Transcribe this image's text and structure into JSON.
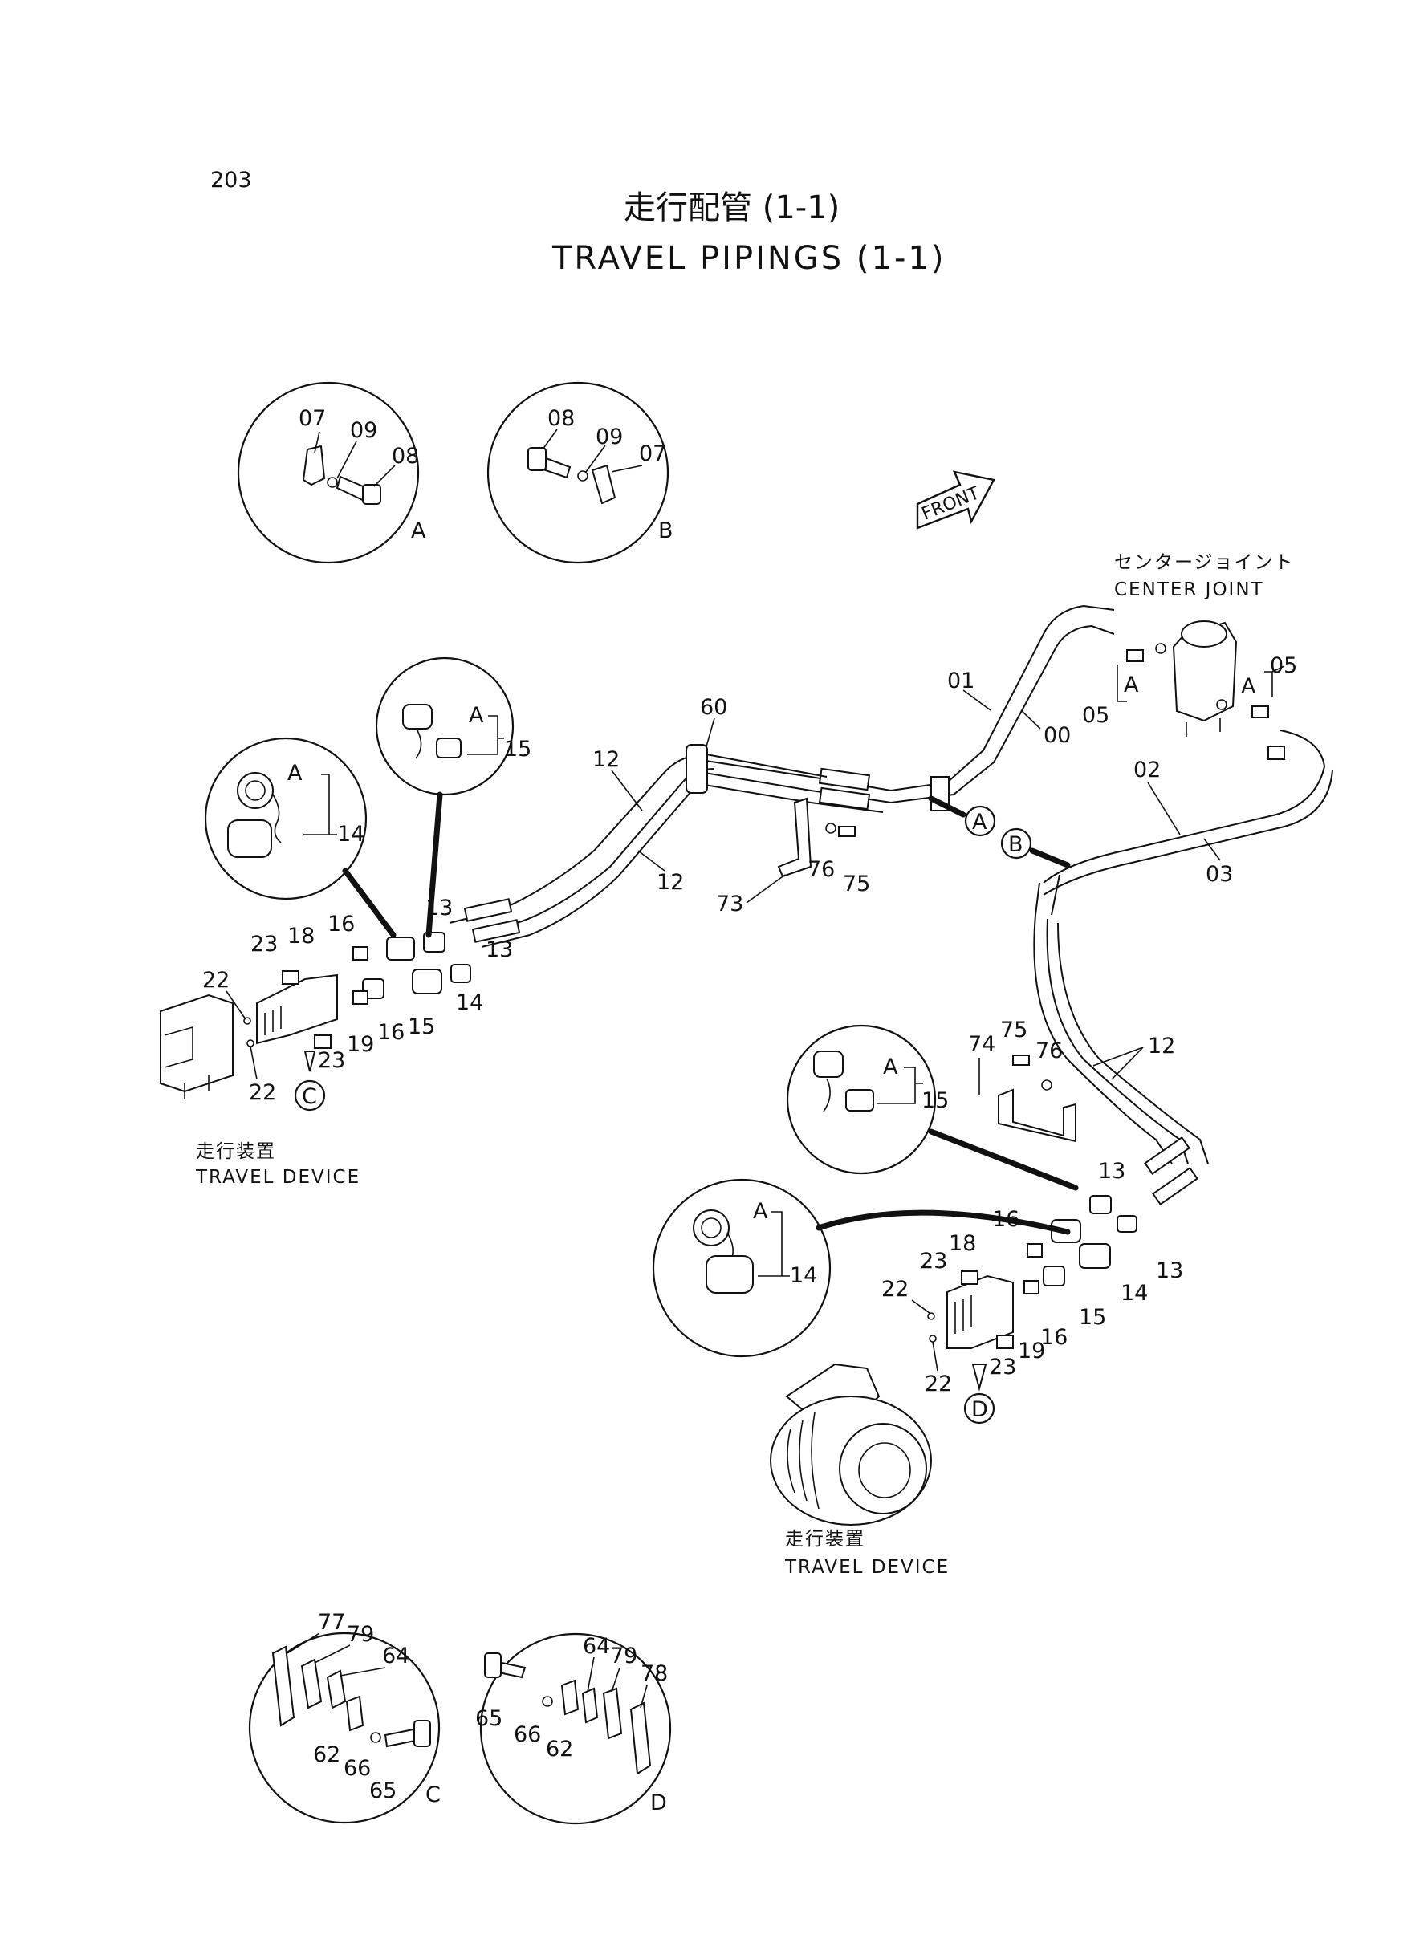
{
  "page_number": "203",
  "title_jp": "走行配管 (1-1)",
  "title_en": "TRAVEL PIPINGS (1-1)",
  "front_label": "FRONT",
  "center_joint": {
    "jp": "センタージョイント",
    "en": "CENTER JOINT"
  },
  "travel_device_left": {
    "jp": "走行装置",
    "en": "TRAVEL DEVICE"
  },
  "travel_device_right": {
    "jp": "走行装置",
    "en": "TRAVEL DEVICE"
  },
  "callout_letters": {
    "a": "A",
    "b": "B",
    "c": "C",
    "d": "D"
  },
  "detail_a": {
    "letter": "A",
    "labels": [
      "07",
      "09",
      "08"
    ]
  },
  "detail_b": {
    "letter": "B",
    "labels": [
      "08",
      "09",
      "07"
    ]
  },
  "detail_c": {
    "letter": "C",
    "labels": [
      "77",
      "79",
      "64",
      "62",
      "66",
      "65"
    ]
  },
  "detail_d": {
    "letter": "D",
    "labels": [
      "65",
      "66",
      "62",
      "64",
      "79",
      "78"
    ]
  },
  "plug_left_14": {
    "a": "A",
    "num": "14"
  },
  "plug_left_15": {
    "a": "A",
    "num": "15"
  },
  "plug_right_15": {
    "a": "A",
    "num": "15"
  },
  "plug_right_14": {
    "a": "A",
    "num": "14"
  },
  "main_labels": {
    "p01": "01",
    "p00": "00",
    "p05a": "05",
    "p05b": "05",
    "cjA1": "A",
    "cjA2": "A",
    "p02": "02",
    "p03": "03",
    "p60": "60",
    "p12a": "12",
    "p12b": "12",
    "p12c": "12",
    "p73": "73",
    "p76a": "76",
    "p75a": "75",
    "p74": "74",
    "p75b": "75",
    "p76b": "76",
    "L13a": "13",
    "L13b": "13",
    "L16a": "16",
    "L16b": "16",
    "L18": "18",
    "L23a": "23",
    "L23b": "23",
    "L22a": "22",
    "L22b": "22",
    "L19": "19",
    "L15": "15",
    "L14": "14",
    "R13a": "13",
    "R13b": "13",
    "R16a": "16",
    "R16b": "16",
    "R18": "18",
    "R23a": "23",
    "R23b": "23",
    "R22a": "22",
    "R22b": "22",
    "R19": "19",
    "R15": "15",
    "R14": "14"
  }
}
